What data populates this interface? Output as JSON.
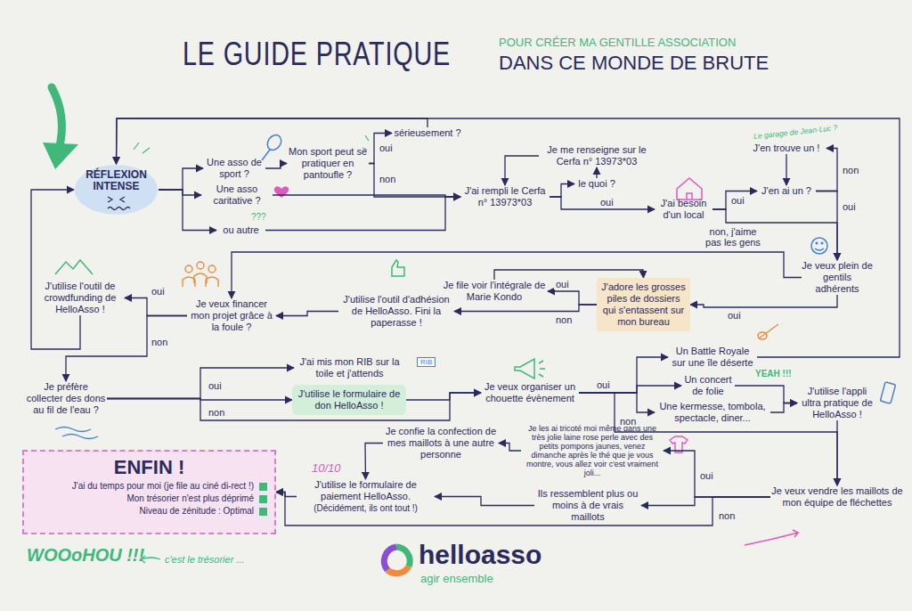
{
  "diagram": {
    "title": "LE GUIDE PRATIQUE",
    "nodes": [
      {
        "text": [
          "RÉFLEXION INTENSE"
        ]
      },
      {
        "text": [
          "Une asso de sport ?"
        ]
      },
      {
        "text": [
          "Une asso caritative ?"
        ]
      },
      {
        "text": [
          "ou autre"
        ]
      },
      {
        "text": [
          "Mon sport peut se pratiquer en pantoufle ?"
        ]
      },
      {
        "text": [
          "sérieusement ?"
        ]
      },
      {
        "text": [
          "J'ai rempli le Cerfa n° 13973*03"
        ]
      },
      {
        "text": [
          "Je me renseigne sur le Cerfa n° 13973*03"
        ]
      },
      {
        "text": [
          "le quoi ?"
        ]
      },
      {
        "text": [
          "J'ai besoin d'un local"
        ]
      },
      {
        "text": [
          "J'en ai un ?"
        ]
      },
      {
        "text": [
          "J'en trouve un !"
        ]
      },
      {
        "text": [
          "Je veux plein de gentils adhérents"
        ]
      },
      {
        "text": [
          "J'adore les grosses piles de dossiers qui s'entassent sur mon bureau"
        ]
      },
      {
        "text": [
          "Je file voir l'intégrale de Marie Kondo"
        ]
      },
      {
        "text": [
          "J'utilise l'outil d'adhésion de HelloAsso. Fini la paperasse !"
        ]
      },
      {
        "text": [
          "Je veux financer mon projet grâce à la foule ?"
        ]
      },
      {
        "text": [
          "J'utilise l'outil de crowdfunding de HelloAsso !"
        ]
      },
      {
        "text": [
          "Je préfère collecter des dons au fil de l'eau ?"
        ]
      },
      {
        "text": [
          "J'ai mis mon RIB sur la toile et j'attends"
        ]
      },
      {
        "text": [
          "J'utilise le formulaire de don HelloAsso !"
        ]
      },
      {
        "text": [
          "Je veux organiser un chouette évènement"
        ]
      },
      {
        "text": [
          "Un Battle Royale sur une île déserte"
        ]
      },
      {
        "text": [
          "Un concert de folie"
        ]
      },
      {
        "text": [
          "Une kermesse, tombola, spectacle, diner..."
        ]
      },
      {
        "text": [
          "J'utilise l'appli ultra pratique de HelloAsso !"
        ]
      },
      {
        "text": [
          "Je veux vendre les maillots de mon équipe de fléchettes"
        ]
      },
      {
        "text": [
          "Je les ai tricoté moi même dans une très jolie laine rose perle avec des petits pompons jaunes, venez dimanche après le thé que je vous montre, vous allez voir c'est vraiment joli..."
        ]
      },
      {
        "text": [
          "Je confie la confection de mes maillots à une autre personne"
        ]
      },
      {
        "text": [
          "Ils ressemblent plus ou moins à de vrais maillots"
        ]
      },
      {
        "text": [
          "J'utilise le formulaire de paiement HelloAsso.",
          "(Décidément, ils ont tout !)"
        ]
      },
      {
        "text": [
          "ENFIN !",
          "J'ai du temps pour moi (je file au ciné di-rect !)",
          "Mon trésorier n'est plus déprimé",
          "Niveau de zénitude : Optimal"
        ]
      }
    ],
    "edges": [
      {
        "from": 0,
        "to": 1,
        "arrow": "to"
      },
      {
        "from": 0,
        "to": 2,
        "arrow": "to"
      },
      {
        "from": 0,
        "to": 3,
        "arrow": "to"
      },
      {
        "from": 1,
        "to": 4,
        "arrow": "to"
      },
      {
        "from": 4,
        "to": 5,
        "label": "oui",
        "arrow": "to"
      },
      {
        "from": 4,
        "to": 6,
        "label": "non",
        "arrow": "to"
      },
      {
        "from": 2,
        "to": 6,
        "arrow": "to"
      },
      {
        "from": 3,
        "to": 6,
        "arrow": "to"
      },
      {
        "from": 5,
        "to": 0,
        "arrow": "to"
      },
      {
        "from": 6,
        "to": 8,
        "arrow": "to"
      },
      {
        "from": 6,
        "to": 9,
        "label": "oui",
        "arrow": "to"
      },
      {
        "from": 8,
        "to": 7,
        "arrow": "to"
      },
      {
        "from": 7,
        "to": 6,
        "arrow": "to"
      },
      {
        "from": 9,
        "to": 10,
        "label": "oui",
        "arrow": "to"
      },
      {
        "from": 9,
        "to": 12,
        "label": "non",
        "arrow": "to"
      },
      {
        "from": 10,
        "to": 11,
        "label": "non",
        "arrow": "to"
      },
      {
        "from": 10,
        "to": 12,
        "label": "oui",
        "arrow": "to"
      },
      {
        "from": 11,
        "to": 10,
        "arrow": "to"
      },
      {
        "from": 12,
        "to": 16,
        "label": "non, j'aime pas les gens",
        "arrow": "to"
      },
      {
        "from": 12,
        "to": 13,
        "label": "oui",
        "arrow": "to"
      },
      {
        "from": 13,
        "to": 14,
        "label": "oui",
        "arrow": "to"
      },
      {
        "from": 13,
        "to": 15,
        "label": "non",
        "arrow": "to"
      },
      {
        "from": 14,
        "to": 13,
        "arrow": "to"
      },
      {
        "from": 15,
        "to": 16,
        "arrow": "to"
      },
      {
        "from": 16,
        "to": 17,
        "label": "oui",
        "arrow": "to"
      },
      {
        "from": 16,
        "to": 18,
        "label": "non",
        "arrow": "to"
      },
      {
        "from": 17,
        "to": 0,
        "arrow": "to"
      },
      {
        "from": 18,
        "to": 19,
        "label": "oui",
        "arrow": "to"
      },
      {
        "from": 18,
        "to": 20,
        "arrow": "to"
      },
      {
        "from": 18,
        "to": 21,
        "label": "non",
        "arrow": "to"
      },
      {
        "from": 20,
        "to": 21,
        "arrow": "to"
      },
      {
        "from": 21,
        "to": 22,
        "label": "oui",
        "arrow": "to"
      },
      {
        "from": 21,
        "to": 23,
        "arrow": "to"
      },
      {
        "from": 21,
        "to": 24,
        "arrow": "to"
      },
      {
        "from": 21,
        "to": 26,
        "label": "non",
        "arrow": "to"
      },
      {
        "from": 22,
        "to": 0,
        "arrow": "to"
      },
      {
        "from": 23,
        "to": 25,
        "arrow": "to"
      },
      {
        "from": 24,
        "to": 25,
        "arrow": "to"
      },
      {
        "from": 25,
        "to": 26,
        "arrow": "to"
      },
      {
        "from": 26,
        "to": 27,
        "label": "oui",
        "arrow": "to"
      },
      {
        "from": 26,
        "to": 29,
        "arrow": "to"
      },
      {
        "from": 26,
        "to": 31,
        "label": "non",
        "arrow": "to"
      },
      {
        "from": 27,
        "to": 28,
        "arrow": "to"
      },
      {
        "from": 28,
        "to": 30,
        "arrow": "to"
      },
      {
        "from": 29,
        "to": 30,
        "arrow": "to"
      },
      {
        "from": 30,
        "to": 31,
        "arrow": "to"
      }
    ],
    "labels": [
      "POUR CRÉER MA GENTILLE ASSOCIATION",
      "DANS CE MONDE DE BRUTE",
      "Le garage de Jean-Luc ?",
      "???",
      "RIB",
      "YEAH !!!",
      "10/10",
      "WOOoHOU !!!",
      "c'est le trésorier ...",
      "helloasso",
      "agir ensemble"
    ]
  }
}
